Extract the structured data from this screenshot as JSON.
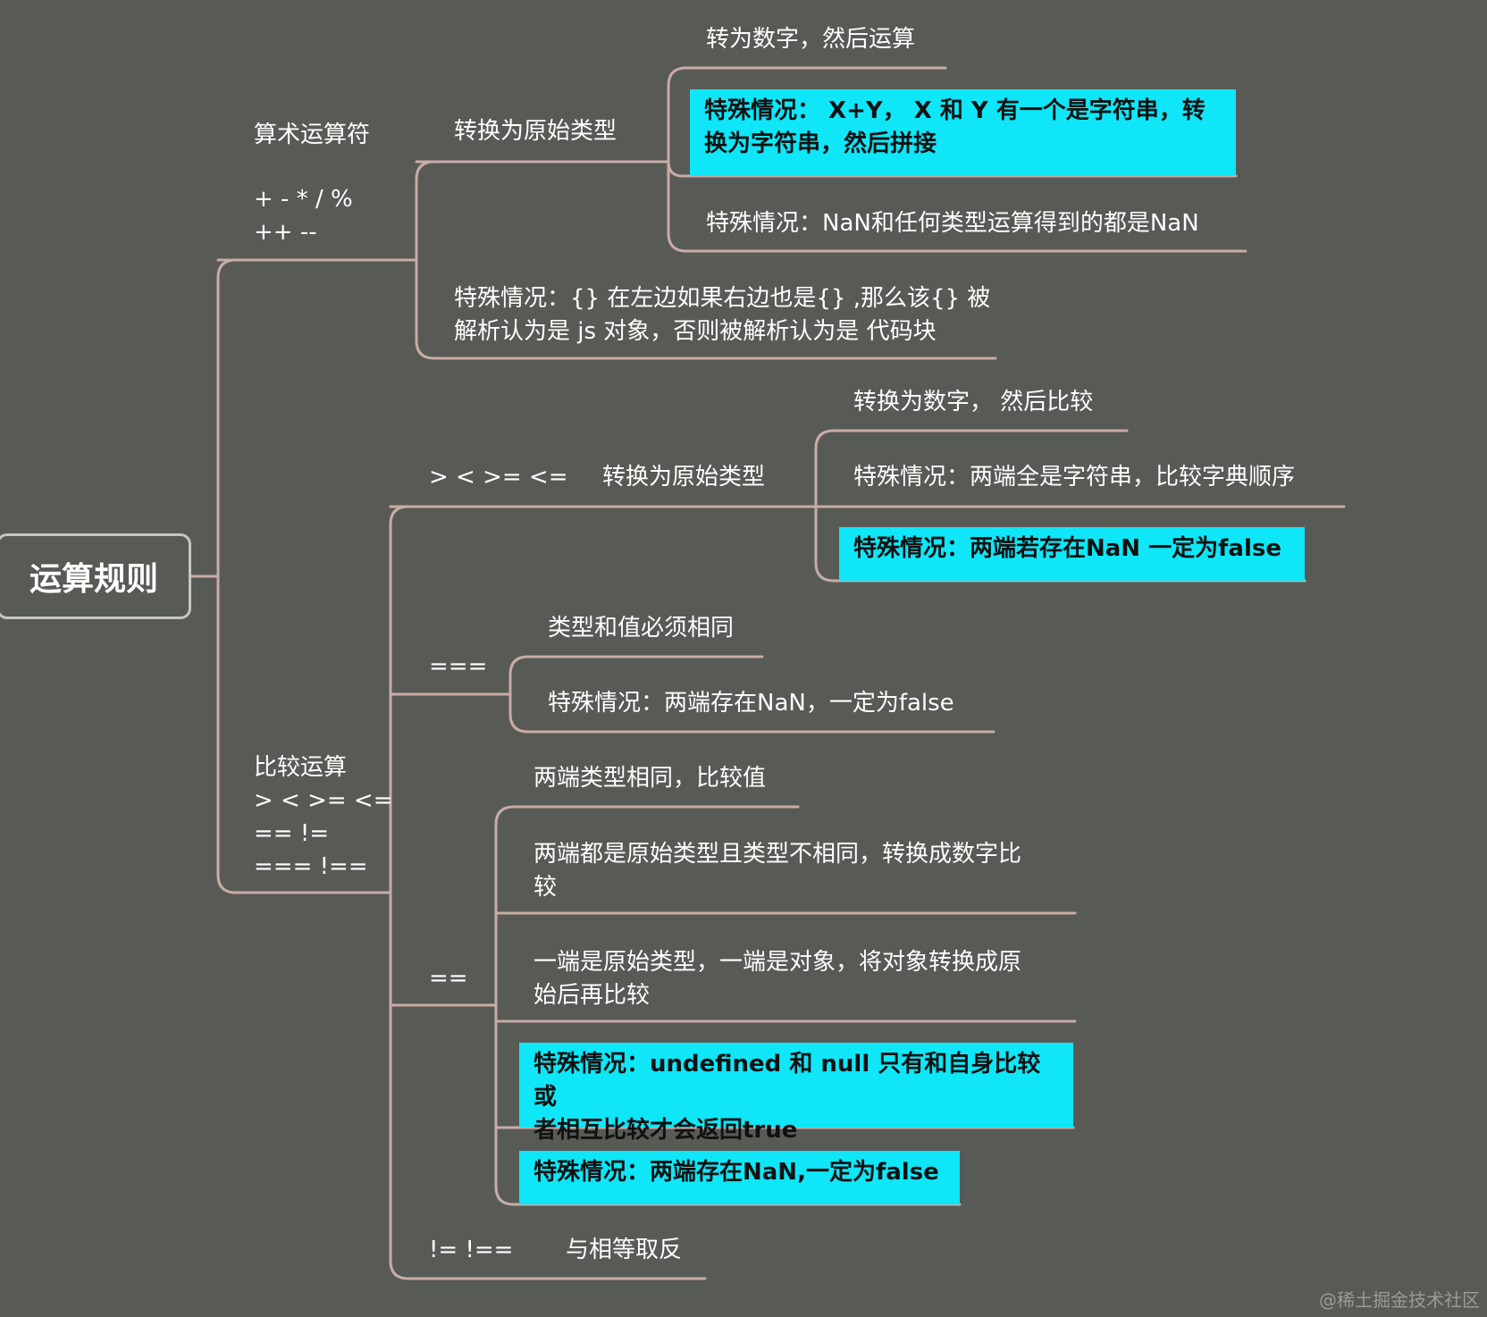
{
  "root": {
    "label": "运算规则"
  },
  "arith": {
    "title": "算术运算符",
    "ops_lines": [
      "+ - * /  %",
      "++  --"
    ],
    "to_primitive": "转换为原始类型",
    "branch_number": "转为数字，然后运算",
    "branch_string": [
      "特殊情况： X+Y， X  和 Y 有一个是字符串，转",
      "换为字符串，然后拼接"
    ],
    "branch_nan": "特殊情况：NaN和任何类型运算得到的都是NaN",
    "object_note": [
      "特殊情况：{} 在左边如果右边也是{} ,那么该{} 被",
      "解析认为是 js 对象，否则被解析认为是 代码块"
    ]
  },
  "compare": {
    "title_lines": [
      "比较运算",
      "> < >= <=",
      "==  !=",
      "=== !=="
    ],
    "relational": {
      "ops": "> < >= <=",
      "to_primitive": "转换为原始类型",
      "to_number": "转换为数字， 然后比较",
      "strings": "特殊情况：两端全是字符串，比较字典顺序",
      "nan": "特殊情况：两端若存在NaN 一定为false"
    },
    "strict": {
      "ops": "===",
      "same": "类型和值必须相同",
      "nan": "特殊情况：两端存在NaN，一定为false"
    },
    "loose": {
      "ops": "==",
      "same_type": "两端类型相同，比较值",
      "diff_primitive": [
        "两端都是原始类型且类型不相同，转换成数字比",
        "较"
      ],
      "object": [
        "一端是原始类型，一端是对象，将对象转换成原",
        "始后再比较"
      ],
      "undefined_null": [
        "特殊情况：undefined 和 null 只有和自身比较或",
        "者相互比较才会返回true"
      ],
      "nan": "特殊情况：两端存在NaN,一定为false"
    },
    "not_equal": {
      "ops": "!= !==",
      "desc": "与相等取反"
    }
  },
  "watermark": "@稀土掘金技术社区",
  "colors": {
    "background": "#585a56",
    "connector": "#c8aca5",
    "highlight": "#0fe6f7"
  }
}
